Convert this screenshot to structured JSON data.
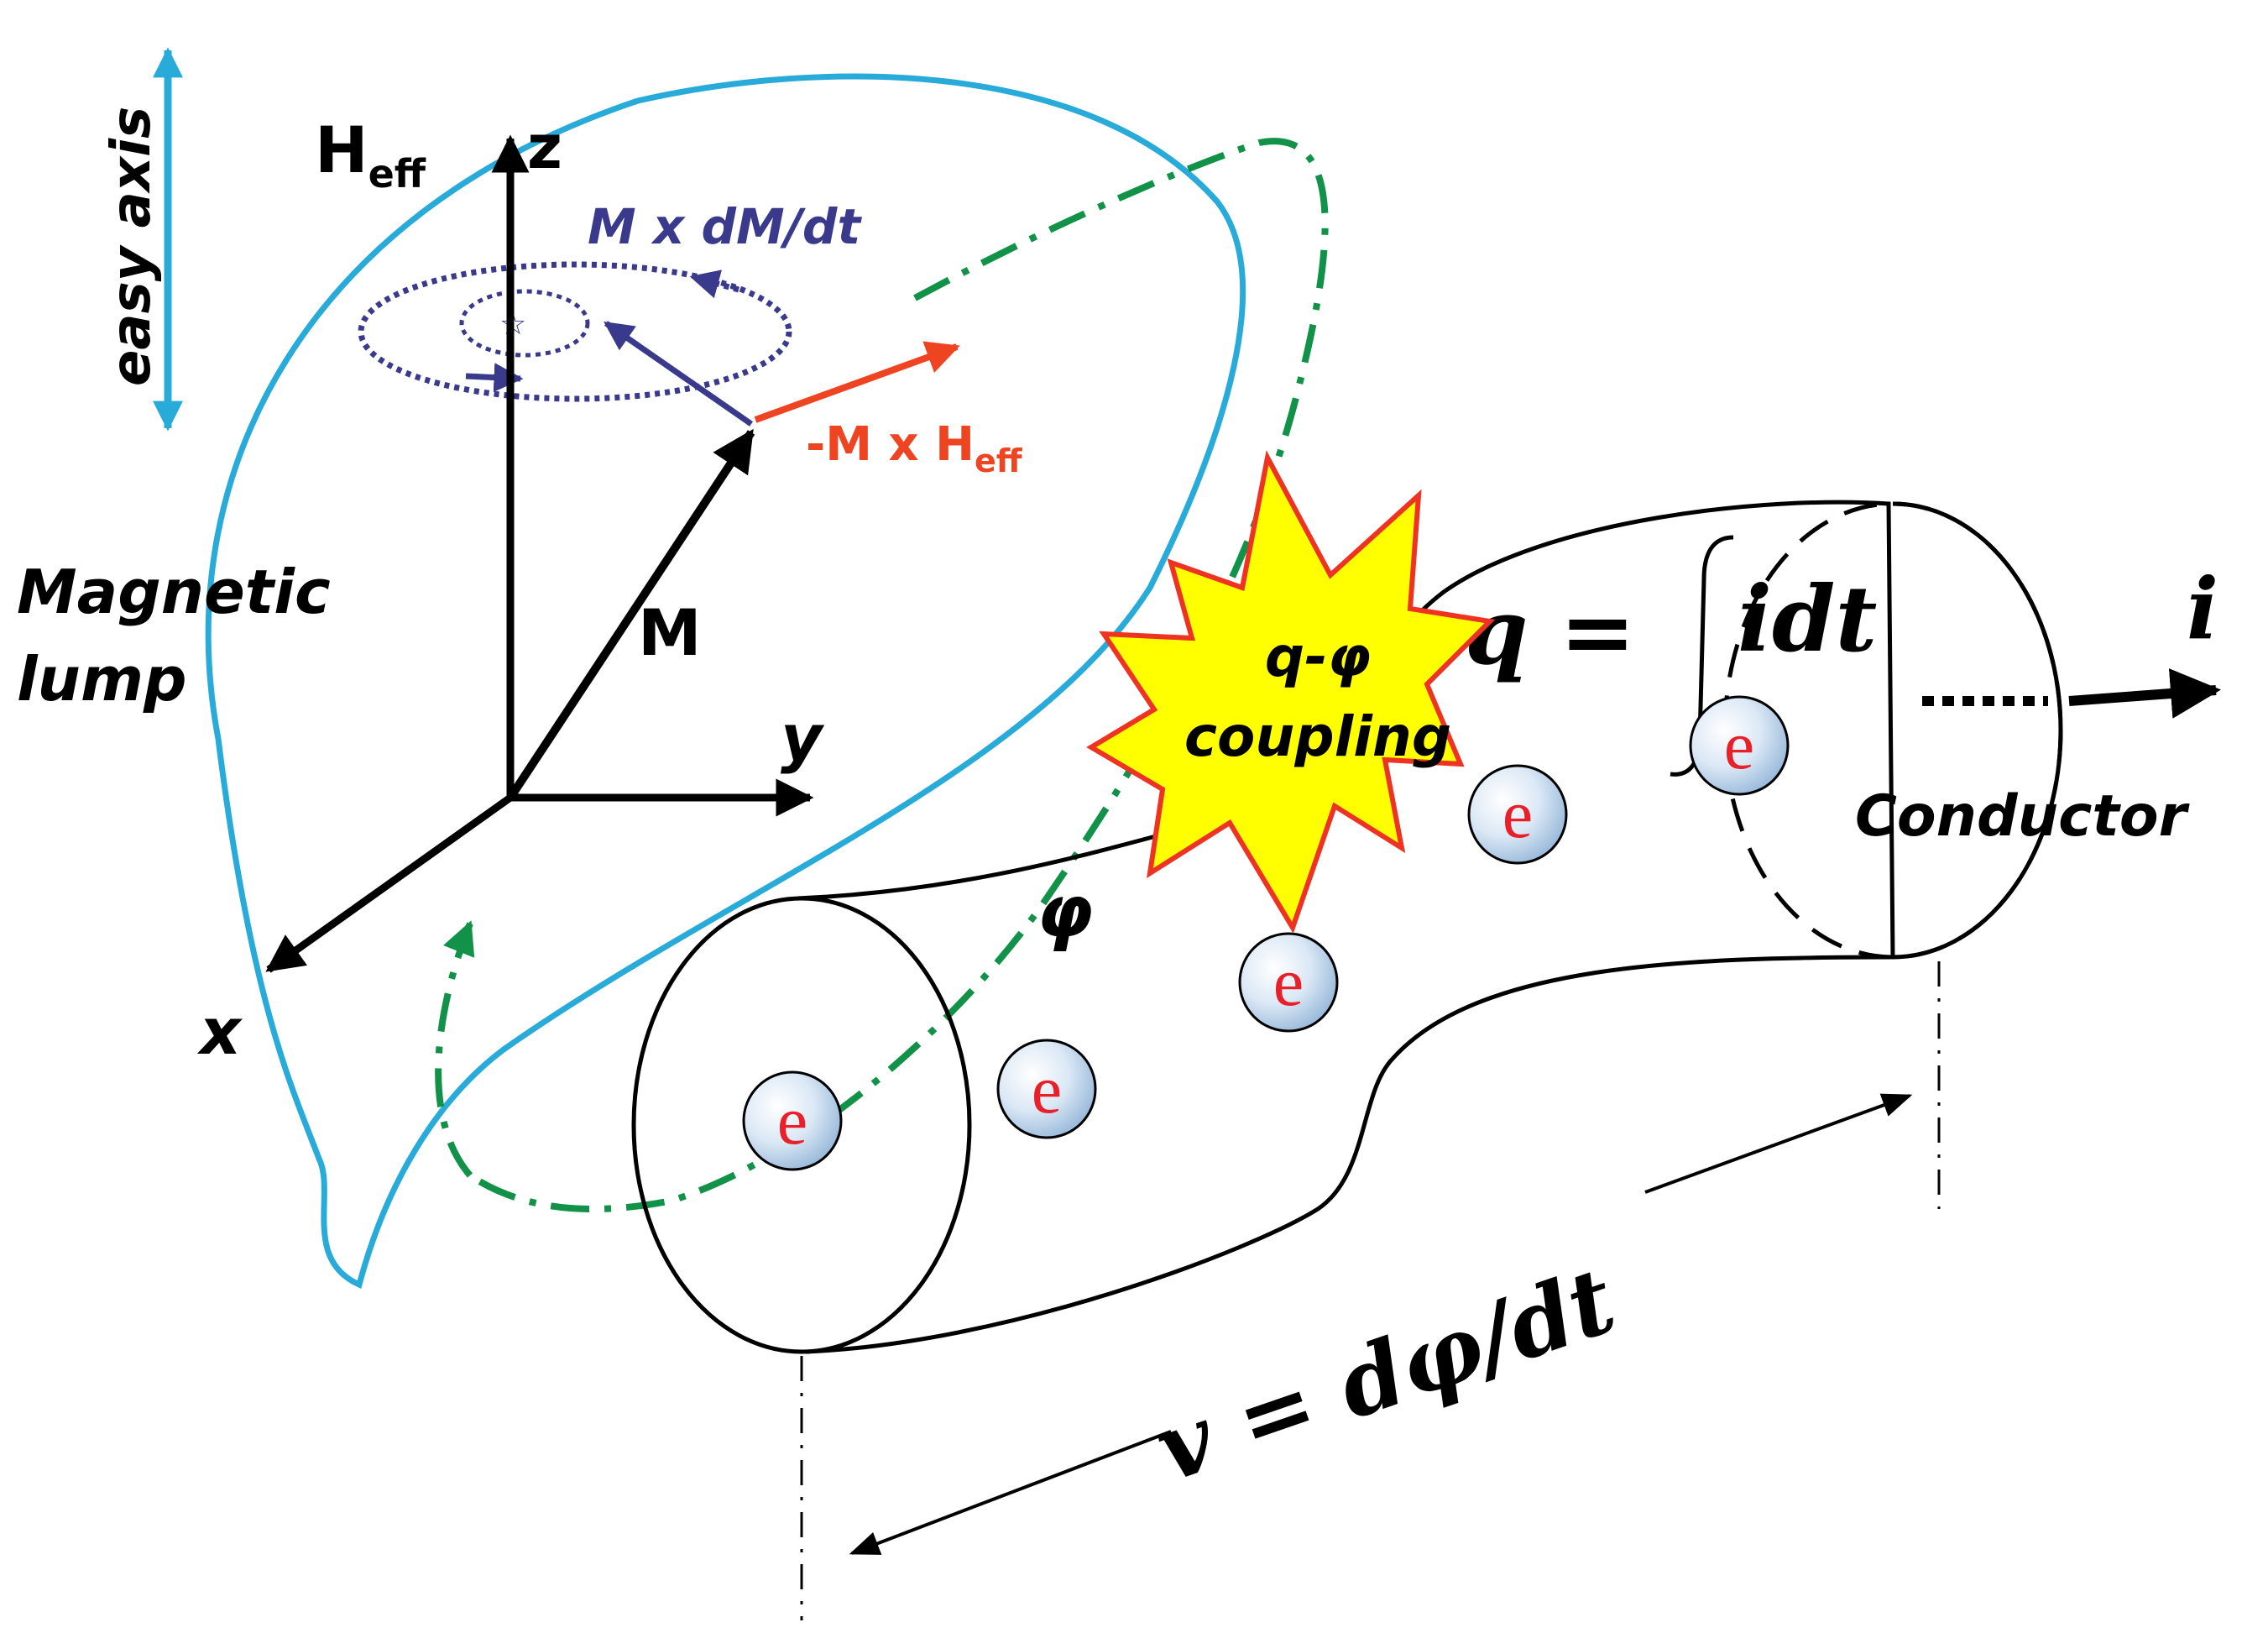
{
  "labels": {
    "easy_axis": "easy axis",
    "h_eff_main": "H",
    "h_eff_sub": "eff",
    "z_axis": "z",
    "y_axis": "y",
    "x_axis": "x",
    "damping_term": "M x dM/dt",
    "precession_main": "-M x H",
    "precession_sub": "eff",
    "magnetization": "M",
    "magnetic_lump_line1": "Magnetic",
    "magnetic_lump_line2": "lump",
    "coupling_line1": "q-φ",
    "coupling_line2": "coupling",
    "flux_symbol": "φ",
    "charge_eq_left": "q =",
    "charge_eq_right": "idt",
    "current_symbol": "i",
    "conductor": "Conductor",
    "electron_symbol": "e",
    "voltage_eq": "v = dφ/dt"
  },
  "colors": {
    "magnetic_lump": "#29abd9",
    "flux_loop": "#129248",
    "damping_arrow": "#3a3a8c",
    "precession_arrow": "#ee4422",
    "starburst_fill": "#ffff00",
    "starburst_stroke": "#ee3322",
    "electron_text": "#e8202a"
  }
}
